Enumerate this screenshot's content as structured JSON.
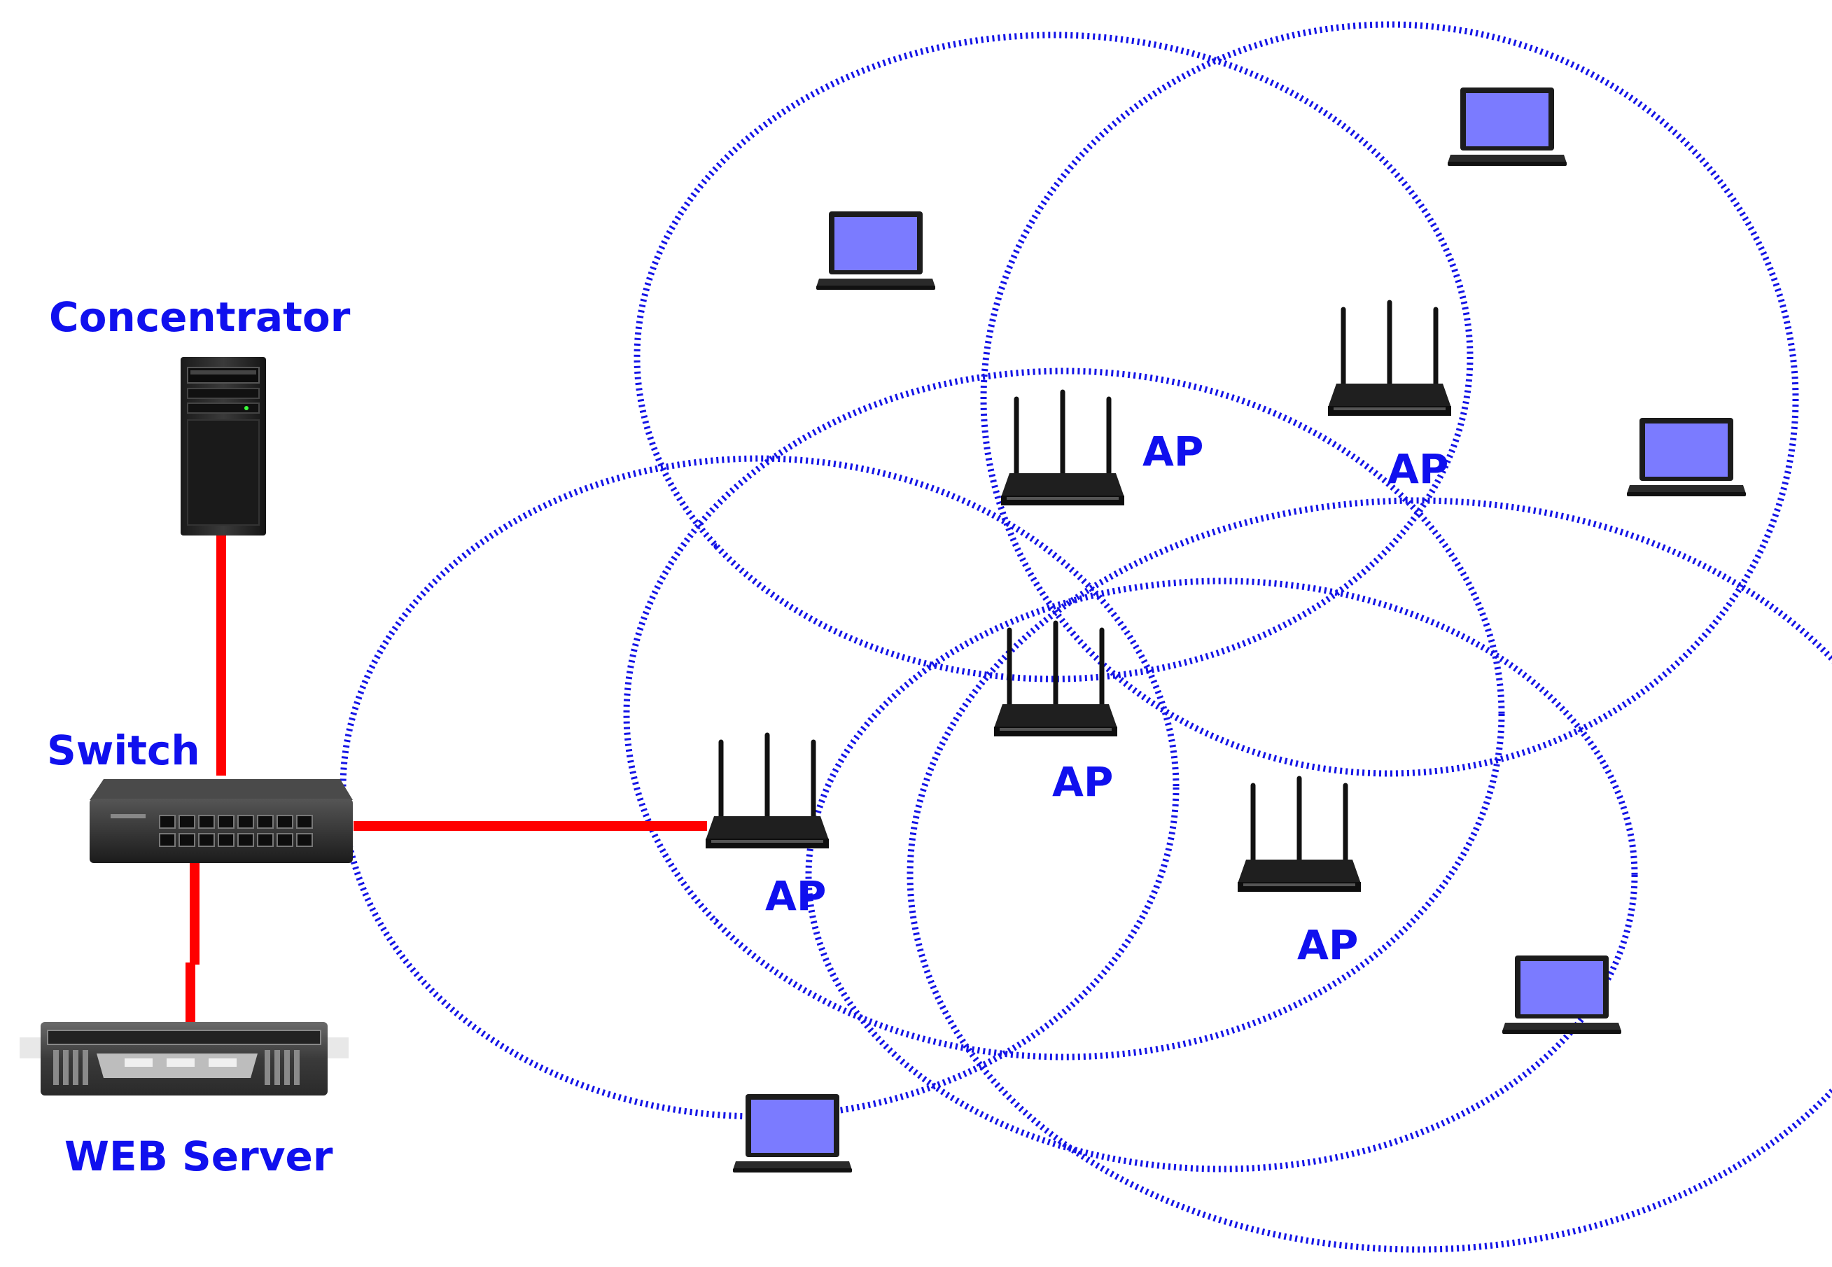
{
  "diagram": {
    "labels": {
      "concentrator": "Concentrator",
      "switch": "Switch",
      "web_server": "WEB Server",
      "ap": "AP"
    },
    "colors": {
      "label_text": "#1010ee",
      "wired_link": "#ff0000",
      "coverage_ring": "#1414e6",
      "laptop_screen": "#7b7bff",
      "device_body": "#222222"
    },
    "icons": [
      "server-tower-icon",
      "network-switch-icon",
      "rack-server-icon",
      "wifi-router-icon",
      "laptop-icon"
    ]
  }
}
